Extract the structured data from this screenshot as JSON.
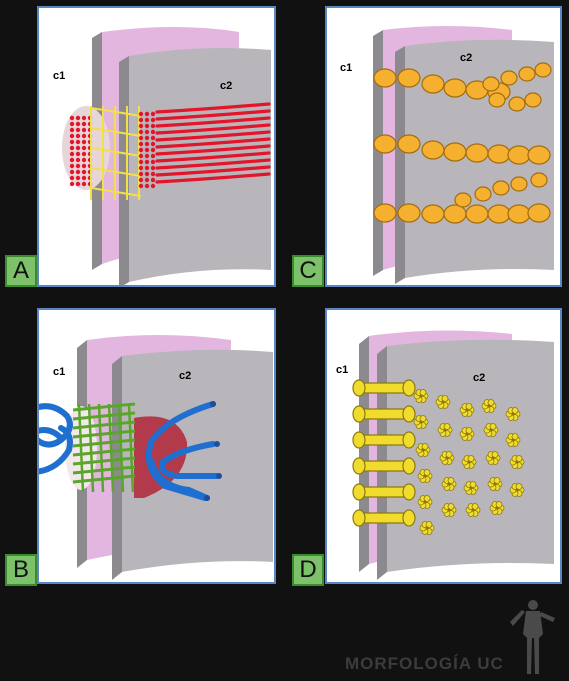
{
  "panels": {
    "a": {
      "letter": "A",
      "c1": "c1",
      "c2": "c2"
    },
    "b": {
      "letter": "B",
      "c1": "c1",
      "c2": "c2"
    },
    "c": {
      "letter": "C",
      "c1": "c1",
      "c2": "c2"
    },
    "d": {
      "letter": "D",
      "c1": "c1",
      "c2": "c2"
    }
  },
  "brand": {
    "wordmark": "MORFOLOGÍA UC",
    "logo_icon": "anatomy-figure-icon"
  },
  "colors": {
    "panel_border": "#5b86c4",
    "badge": "#7dc16a",
    "membrane_gray": "#b9b6bb",
    "membrane_pink": "#e3b6e0",
    "filament_red": "#e2152a",
    "cadherin_yellow": "#f2e04a",
    "plaque_maroon": "#b33a4a",
    "filament_blue": "#1f6fd0",
    "linker_green": "#5aa52b",
    "connexon_orange": "#f5b030",
    "connexin_yellow": "#f1dc2e"
  }
}
